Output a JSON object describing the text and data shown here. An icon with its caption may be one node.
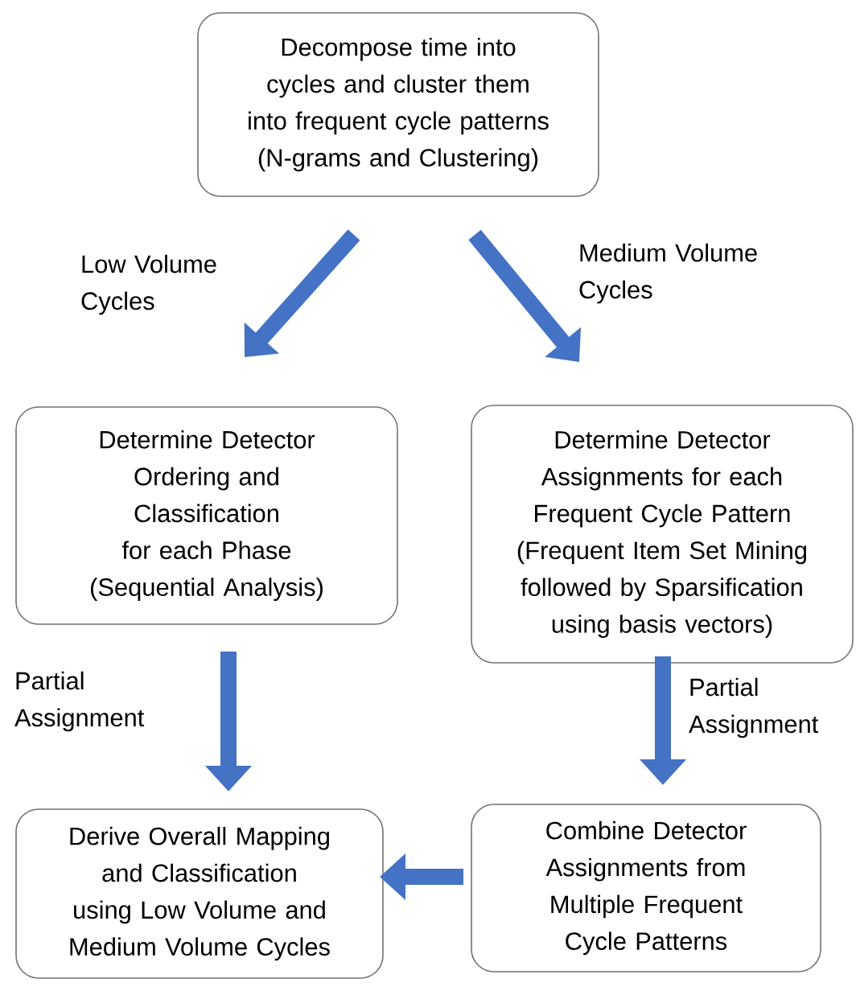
{
  "diagram": {
    "nodes": [
      {
        "text": [
          "Decompose time into cycles and cluster them into frequent cycle patterns (N-grams and Clustering)"
        ]
      },
      {
        "text": [
          "Determine Detector Ordering and Classification for each Phase (Sequential Analysis)"
        ]
      },
      {
        "text": [
          "Determine Detector Assignments for each Frequent Cycle Pattern (Frequent Item Set Mining followed by Sparsification using basis vectors)"
        ]
      },
      {
        "text": [
          "Derive Overall Mapping and Classification using Low Volume and Medium Volume Cycles"
        ]
      },
      {
        "text": [
          "Combine Detector Assignments from Multiple Frequent Cycle Patterns"
        ]
      }
    ],
    "edges": [
      {
        "from": 0,
        "to": 1,
        "arrow": "to",
        "label": "Low  Volume Cycles"
      },
      {
        "from": 0,
        "to": 2,
        "arrow": "to",
        "label": "Medium Volume Cycles"
      },
      {
        "from": 1,
        "to": 3,
        "arrow": "to",
        "label": "Partial Assignment"
      },
      {
        "from": 2,
        "to": 4,
        "arrow": "to",
        "label": "Partial Assignment"
      },
      {
        "from": 4,
        "to": 3,
        "arrow": "to"
      }
    ]
  }
}
